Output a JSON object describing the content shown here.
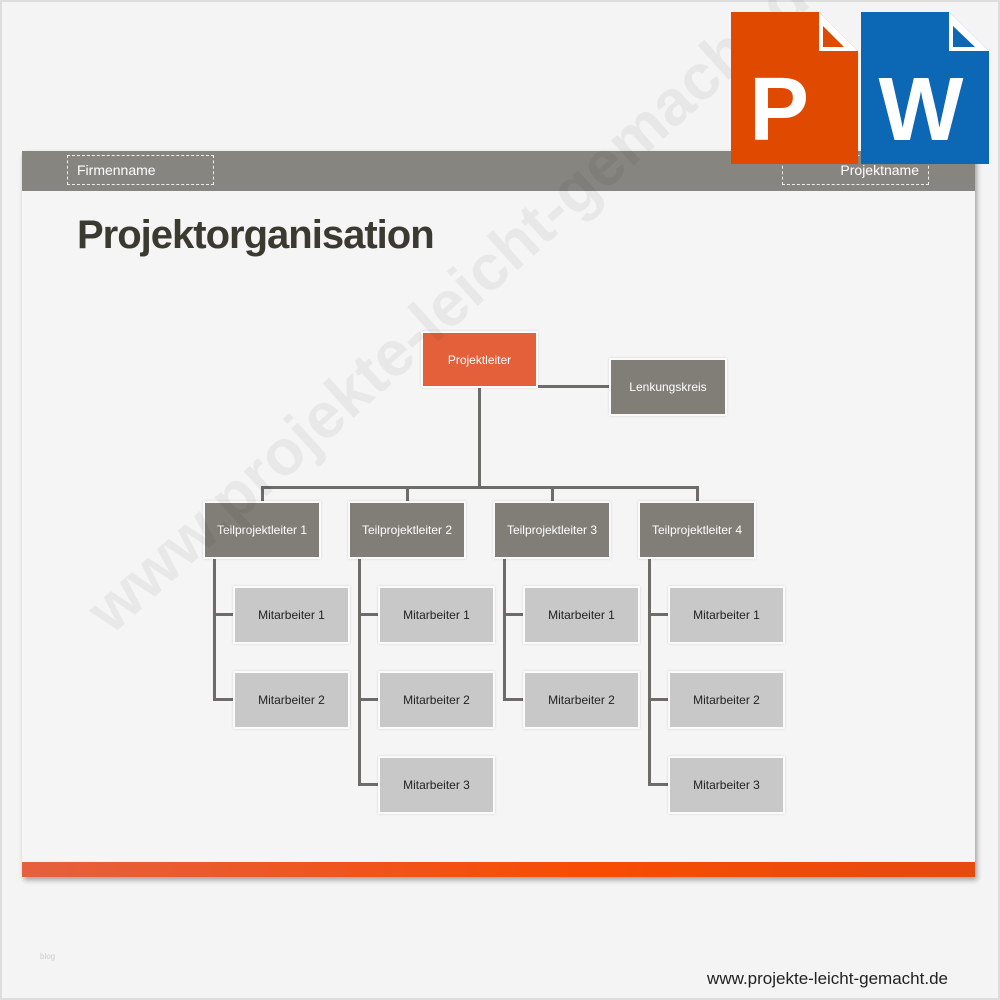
{
  "header": {
    "company": "Firmenname",
    "project": "Projektname"
  },
  "title": "Projektorganisation",
  "org": {
    "lead": "Projektleiter",
    "steering": "Lenkungskreis",
    "subleads": [
      {
        "label": "Teilprojektleiter 1",
        "members": [
          "Mitarbeiter 1",
          "Mitarbeiter 2"
        ]
      },
      {
        "label": "Teilprojektleiter 2",
        "members": [
          "Mitarbeiter 1",
          "Mitarbeiter 2",
          "Mitarbeiter 3"
        ]
      },
      {
        "label": "Teilprojektleiter 3",
        "members": [
          "Mitarbeiter 1",
          "Mitarbeiter 2"
        ]
      },
      {
        "label": "Teilprojektleiter 4",
        "members": [
          "Mitarbeiter 1",
          "Mitarbeiter 2",
          "Mitarbeiter 3"
        ]
      }
    ]
  },
  "logos": {
    "p": "P",
    "w": "W"
  },
  "watermark": "www.projekte-leicht-gemacht.de",
  "footer": {
    "url": "www.projekte-leicht-gemacht.de",
    "blog": "blog"
  },
  "colors": {
    "accent": "#e4603a",
    "grey": "#817e78",
    "member": "#c8c8c8",
    "p_logo": "#e04a00",
    "w_logo": "#0c67b5"
  }
}
